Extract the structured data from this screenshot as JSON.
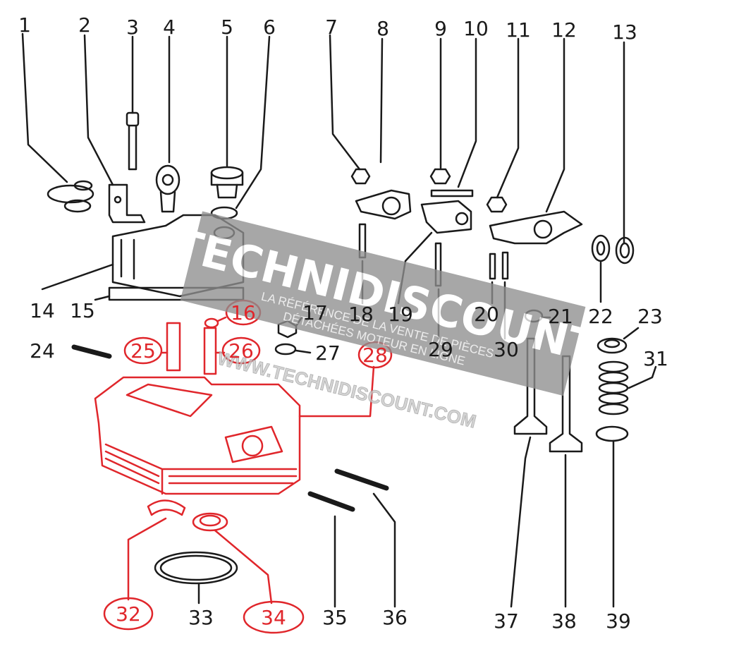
{
  "colors": {
    "line": "#1a1a1a",
    "highlight": "#e0262b",
    "watermark_band": "#8f8f8f",
    "watermark_text": "#ffffff",
    "watermark_text_faint": "#c8c8c8"
  },
  "labels_black": {
    "l1": "1",
    "l2": "2",
    "l3": "3",
    "l4": "4",
    "l5": "5",
    "l6": "6",
    "l7": "7",
    "l8": "8",
    "l9": "9",
    "l10": "10",
    "l11": "11",
    "l12": "12",
    "l13": "13",
    "l14": "14",
    "l15": "15",
    "l17": "17",
    "l18": "18",
    "l19": "19",
    "l20": "20",
    "l21": "21",
    "l22": "22",
    "l23": "23",
    "l24": "24",
    "l27": "27",
    "l29": "29",
    "l30": "30",
    "l31": "31",
    "l33": "33",
    "l35": "35",
    "l36": "36",
    "l37": "37",
    "l38": "38",
    "l39": "39"
  },
  "labels_red": {
    "l16": "16",
    "l25": "25",
    "l26": "26",
    "l28": "28",
    "l32": "32",
    "l34": "34"
  },
  "watermark": {
    "brand": "TECHNIDISCOUNT",
    "tagline1": "LA RÉFÉRENCE DE LA VENTE DE PIÈCES",
    "tagline2": "DÉTACHÉES MOTEUR EN LIGNE",
    "url": "WWW.TECHNIDISCOUNT.COM"
  }
}
